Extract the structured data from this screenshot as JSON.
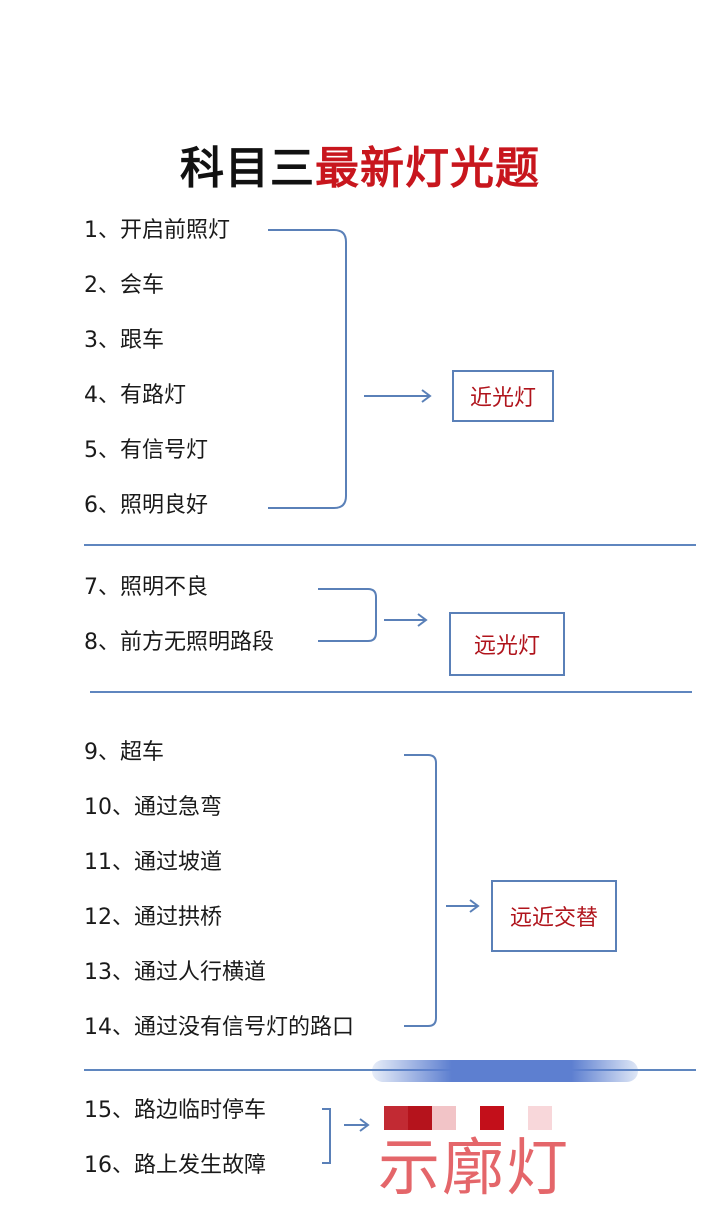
{
  "title": {
    "part1": "科目三",
    "part2": "最新灯光题"
  },
  "group1": {
    "items": [
      "1、开启前照灯",
      "2、会车",
      "3、跟车",
      "4、有路灯",
      "5、有信号灯",
      "6、照明良好"
    ],
    "result": "近光灯"
  },
  "group2": {
    "items": [
      "7、照明不良",
      "8、前方无照明路段"
    ],
    "result": "远光灯"
  },
  "group3": {
    "items": [
      "9、超车",
      "10、通过急弯",
      "11、通过坡道",
      "12、通过拱桥",
      "13、通过人行横道",
      "14、通过没有信号灯的路口"
    ],
    "result": "远近交替"
  },
  "group4": {
    "items": [
      "15、路边临时停车",
      "16、路上发生故障"
    ],
    "result": "示廓灯"
  },
  "colors": {
    "accent_red": "#c8161d",
    "line_blue": "#5a80b8",
    "box_text_red": "#b0141c"
  }
}
